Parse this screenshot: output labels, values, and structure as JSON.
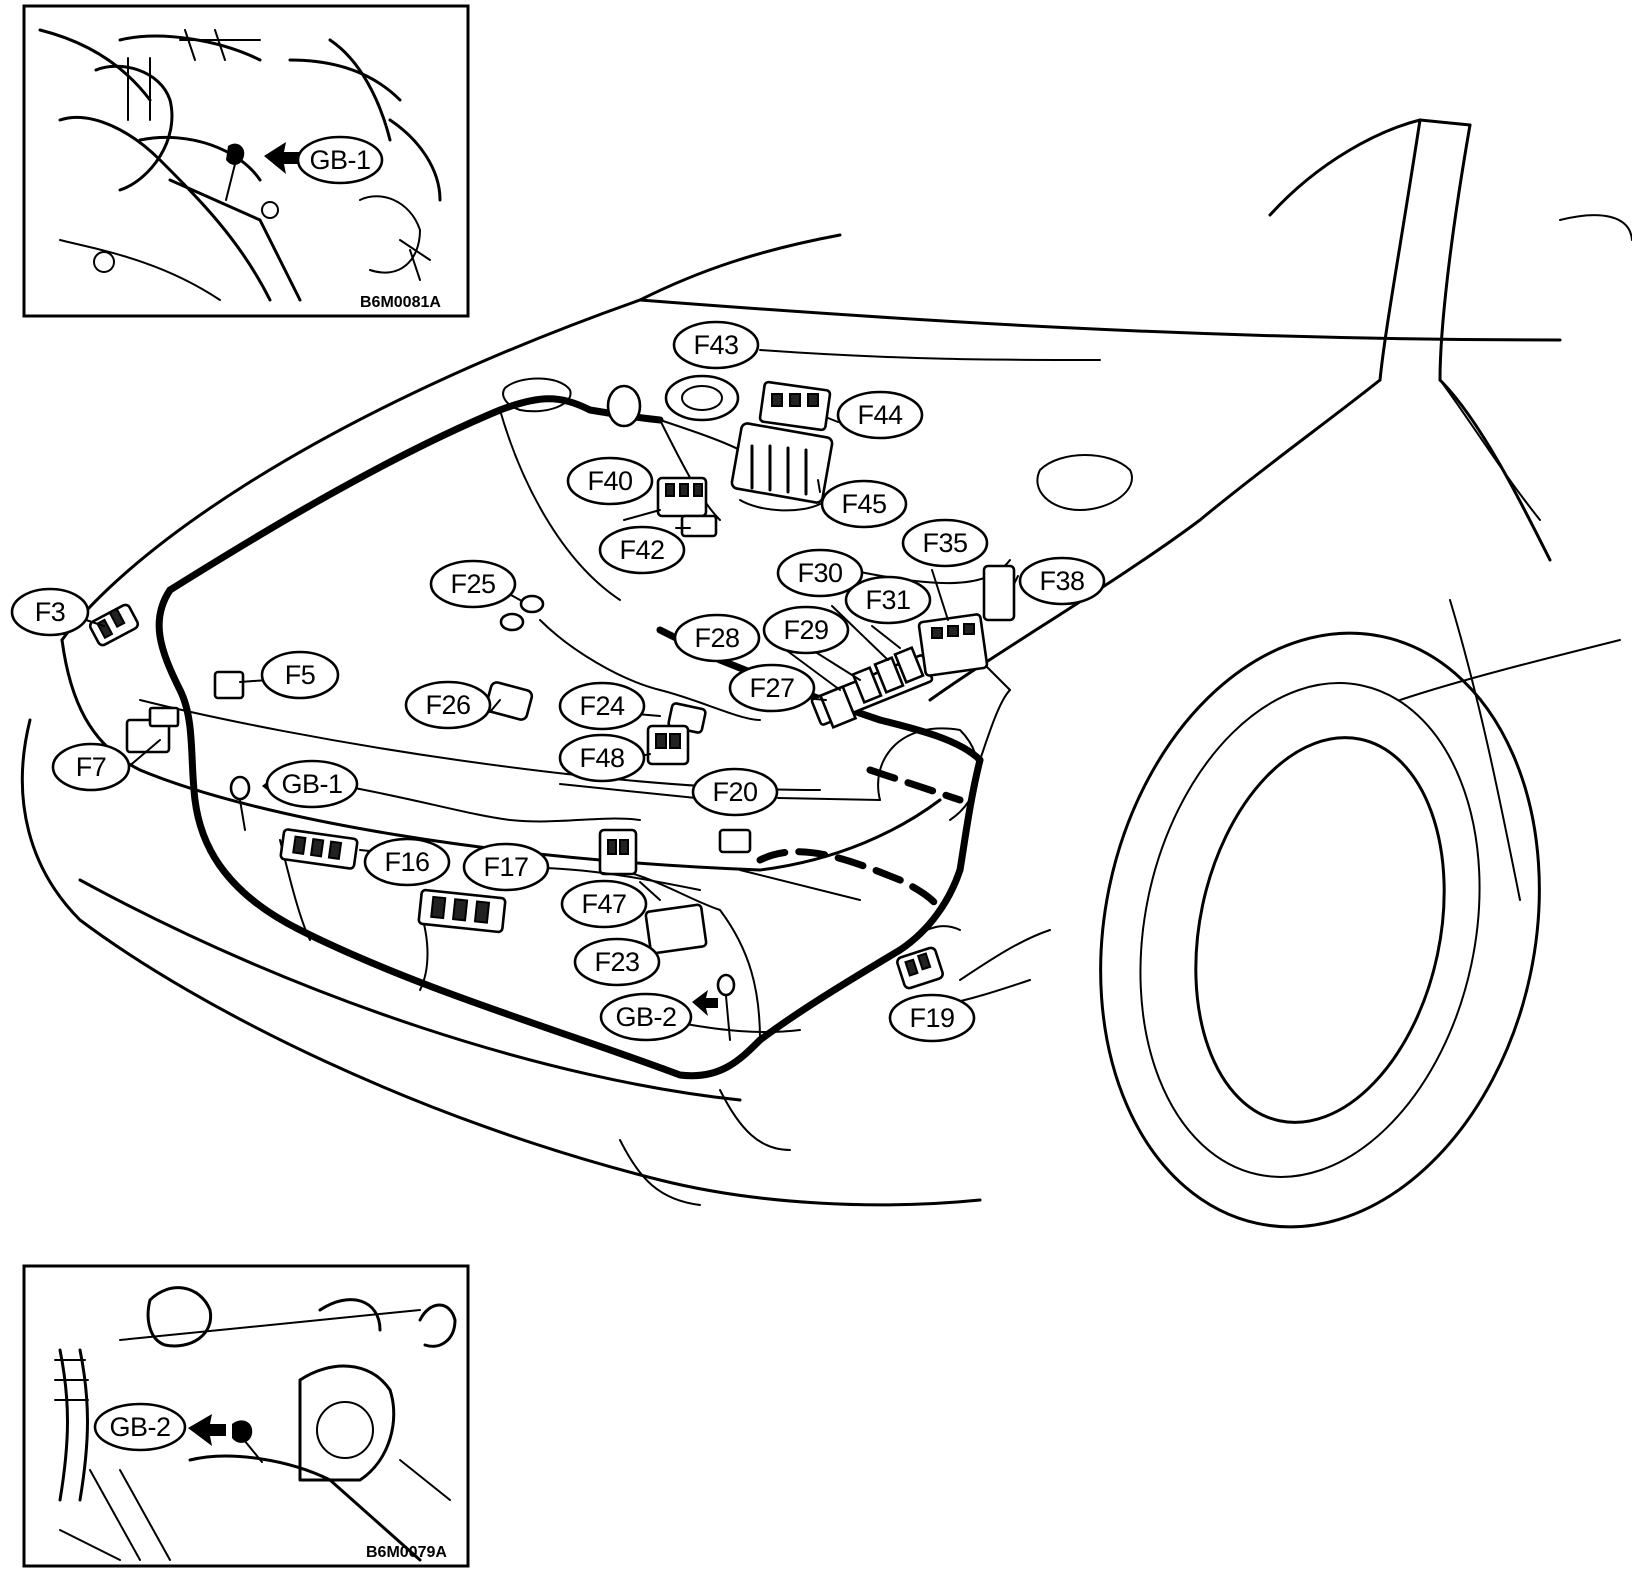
{
  "labels": {
    "F43": "F43",
    "F44": "F44",
    "F45": "F45",
    "F40": "F40",
    "F42": "F42",
    "F25": "F25",
    "F30": "F30",
    "F35": "F35",
    "F38": "F38",
    "F31": "F31",
    "F28": "F28",
    "F29": "F29",
    "F27": "F27",
    "F3": "F3",
    "F5": "F5",
    "F26": "F26",
    "F24": "F24",
    "F48": "F48",
    "F7": "F7",
    "F20": "F20",
    "F16": "F16",
    "F17": "F17",
    "F47": "F47",
    "F23": "F23",
    "F19": "F19",
    "GB1": "GB-1",
    "GB2": "GB-2"
  },
  "insets": {
    "top": {
      "label": "GB-1",
      "code": "B6M0081A"
    },
    "bottom": {
      "label": "GB-2",
      "code": "B6M0079A"
    }
  }
}
